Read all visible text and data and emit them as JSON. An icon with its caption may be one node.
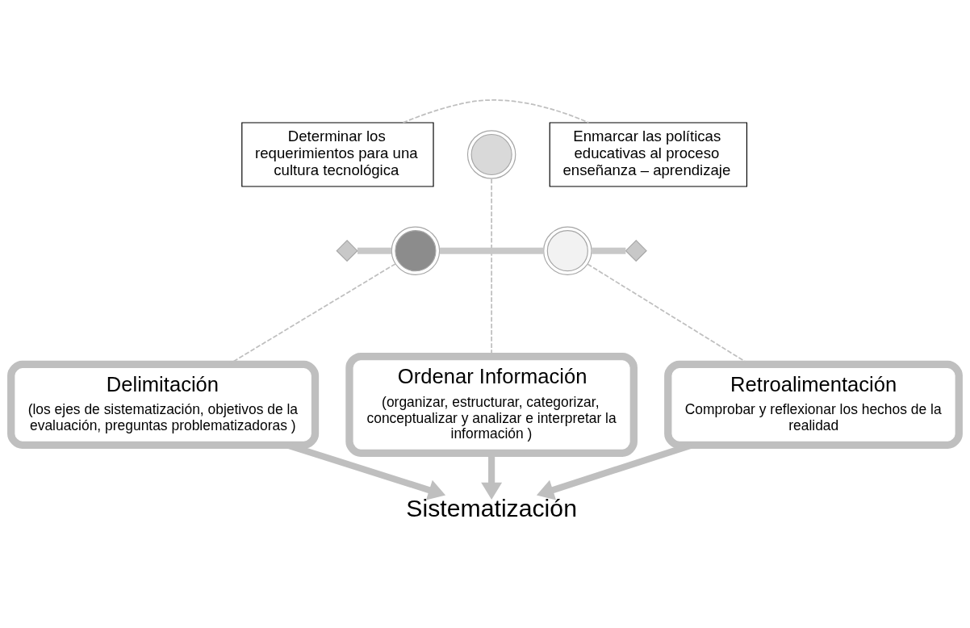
{
  "diagram": {
    "nodes": [
      {
        "text": [
          "Determinar los requerimientos para una cultura tecnológica"
        ]
      },
      {
        "text": [],
        "shape": "circle"
      },
      {
        "text": [
          "Enmarcar las políticas educativas al proceso enseñanza – aprendizaje"
        ]
      },
      {
        "text": [],
        "shape": "circle"
      },
      {
        "text": [],
        "shape": "circle"
      },
      {
        "text": [],
        "shape": "diamond"
      },
      {
        "text": [],
        "shape": "diamond"
      },
      {
        "text": [
          "Ordenar Información",
          "(organizar, estructurar, categorizar, conceptualizar y analizar e interpretar la información )"
        ]
      },
      {
        "text": [
          "Delimitación",
          "(los ejes de sistematización, objetivos de la evaluación, preguntas problematizadoras )"
        ]
      },
      {
        "text": [
          "Retroalimentación",
          "Comprobar y reflexionar los hechos de la realidad"
        ]
      },
      {
        "text": [
          "Sistematización"
        ]
      }
    ],
    "edges": [
      {
        "from": 0,
        "to": 2,
        "arrow": "none",
        "style": "dashed",
        "color": "#bfbfbf"
      },
      {
        "from": 1,
        "to": 7,
        "arrow": "none",
        "style": "dashed",
        "color": "#bfbfbf"
      },
      {
        "from": 3,
        "to": 8,
        "arrow": "none",
        "style": "dashed",
        "color": "#bfbfbf"
      },
      {
        "from": 4,
        "to": 9,
        "arrow": "none",
        "style": "dashed",
        "color": "#bfbfbf"
      },
      {
        "from": 5,
        "to": 3,
        "arrow": "none",
        "color": "#c8c8c8"
      },
      {
        "from": 3,
        "to": 4,
        "arrow": "none",
        "color": "#c8c8c8"
      },
      {
        "from": 4,
        "to": 6,
        "arrow": "none",
        "color": "#c8c8c8"
      },
      {
        "from": 8,
        "to": 10,
        "arrow": "to",
        "color": "#bfbfbf"
      },
      {
        "from": 7,
        "to": 10,
        "arrow": "to",
        "color": "#bfbfbf"
      },
      {
        "from": 9,
        "to": 10,
        "arrow": "to",
        "color": "#bfbfbf"
      }
    ]
  }
}
